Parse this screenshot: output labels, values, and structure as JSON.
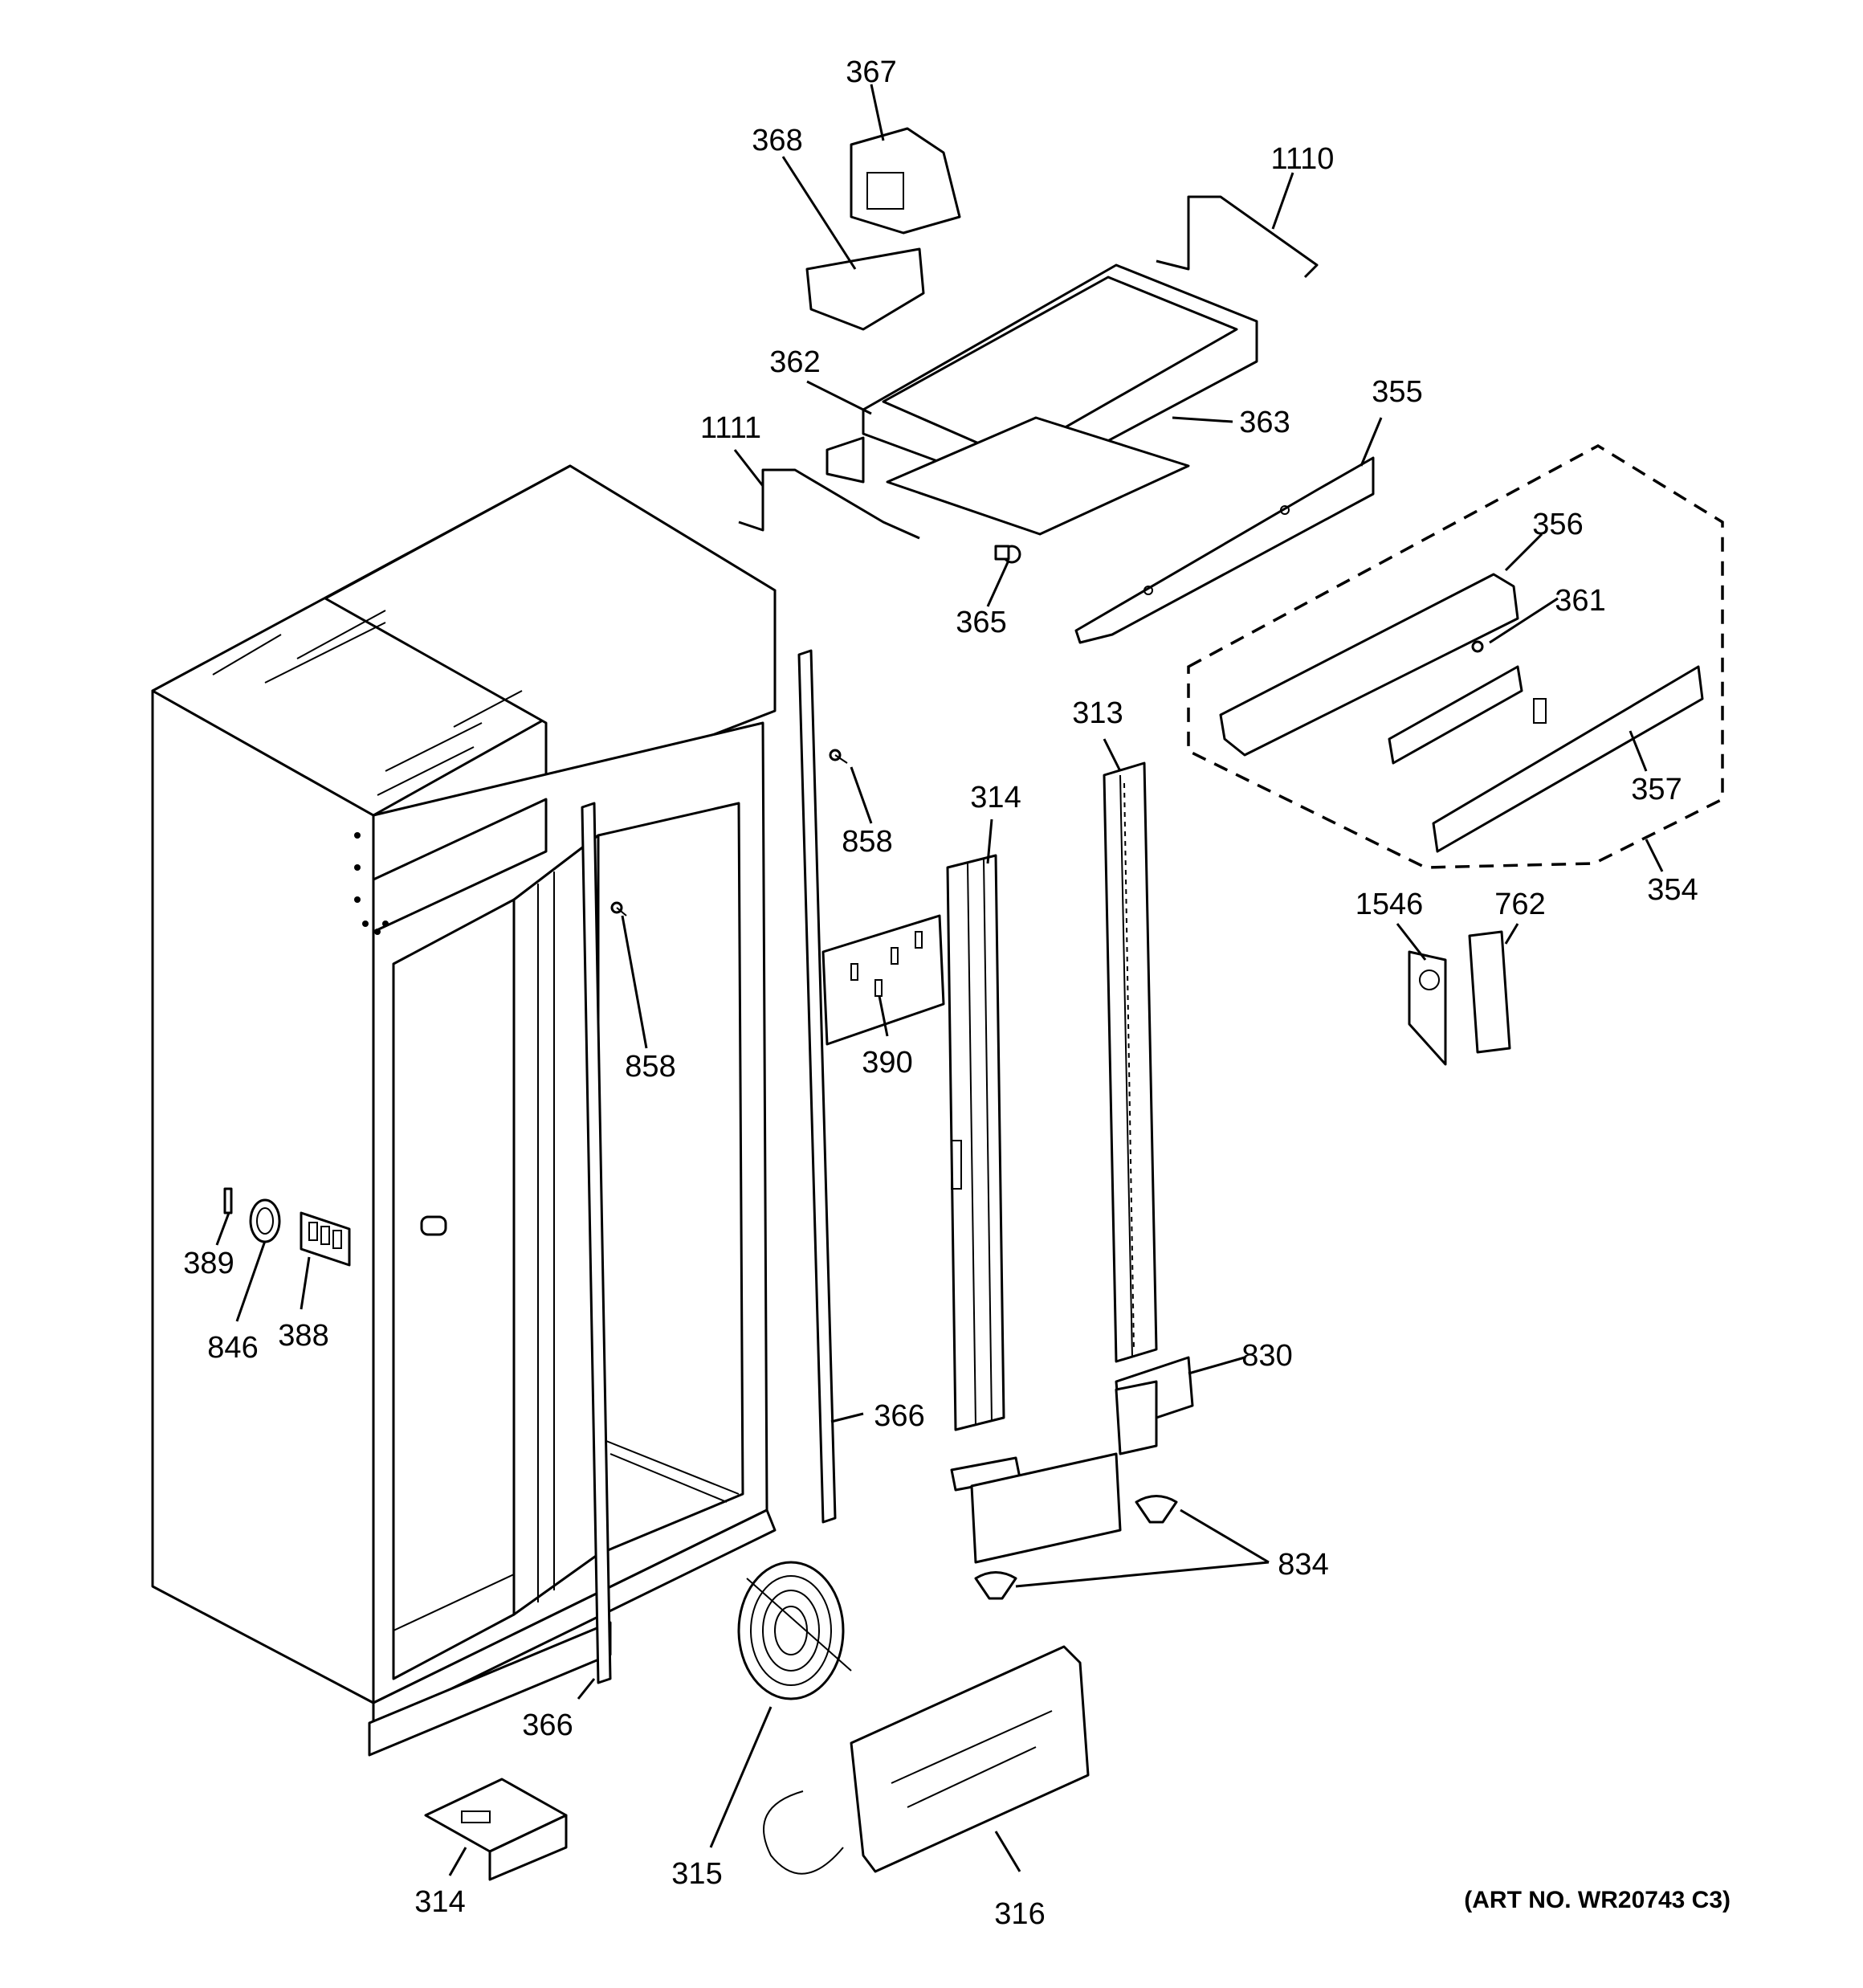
{
  "diagram": {
    "callouts": {
      "c367": "367",
      "c368": "368",
      "c1110": "1110",
      "c362": "362",
      "c363": "363",
      "c355": "355",
      "c1111": "1111",
      "c356": "356",
      "c361": "361",
      "c365": "365",
      "c313": "313",
      "c314a": "314",
      "c858a": "858",
      "c357": "357",
      "c354": "354",
      "c1546": "1546",
      "c762": "762",
      "c858b": "858",
      "c390": "390",
      "c389": "389",
      "c846": "846",
      "c388": "388",
      "c830": "830",
      "c366a": "366",
      "c834": "834",
      "c366b": "366",
      "c315": "315",
      "c314b": "314",
      "c316": "316"
    },
    "art_number": "(ART NO. WR20743 C3)"
  }
}
